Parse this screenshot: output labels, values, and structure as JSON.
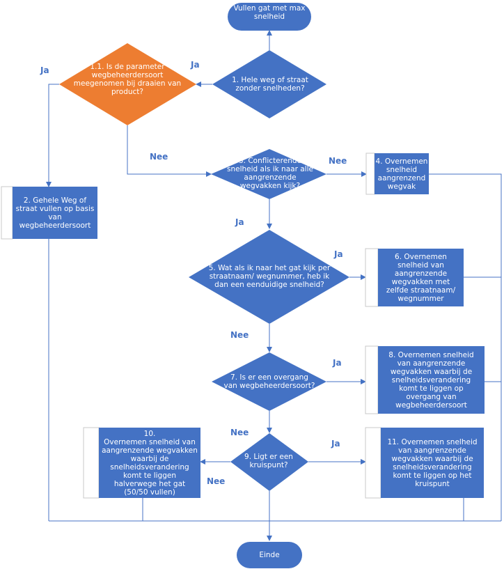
{
  "colors": {
    "primary": "#4472c4",
    "highlight": "#ed7d31",
    "line": "#4472c4",
    "label": "#4472c4"
  },
  "nodes": {
    "start": "Vullen gat met max\nsnelheid",
    "q1": "1. Hele weg of straat\nzonder snelheden?",
    "q1_1": "1.1. Is de parameter\nwegbeheerdersoort\nmeegenomen bij draaien van\nproduct?",
    "box2": "2. Gehele Weg of\nstraat vullen op basis\nvan\nwegbeheerdersoort",
    "q3": "3. Conflicterende\nsnelheid als ik naar alle\naangrenzende\nwegvakken kijk?",
    "box4": "4. Overnemen\nsnelheid\naangrenzend\nwegvak",
    "q5": "5. Wat als ik naar het gat kijk per\nstraatnaam/ wegnummer, heb ik\ndan een eenduidige snelheid?",
    "box6": "6. Overnemen\nsnelheid van\naangrenzende\nwegvakken met\nzelfde straatnaam/\nwegnummer",
    "q7": "7. Is er een overgang\nvan wegbeheerdersoort?",
    "box8": "8. Overnemen snelheid\nvan aangrenzende\nwegvakken waarbij de\nsnelheidsverandering\nkomt te liggen op\novergang van\nwegbeheerdersoort",
    "q9": "9. Ligt er een\nkruispunt?",
    "box10": "10.\nOvernemen snelheid van\naangrenzende wegvakken\nwaarbij de\nsnelheidsverandering\nkomt te liggen\nhalverwege het gat\n(50/50 vullen)",
    "box11": "11. Overnemen snelheid\nvan aangrenzende\nwegvakken waarbij de\nsnelheidsverandering\nkomt te liggen op het\nkruispunt",
    "end": "Einde"
  },
  "labels": {
    "ja_q1": "Ja",
    "ja_q1_1": "Ja",
    "nee_q1_1": "Nee",
    "nee_q3": "Nee",
    "ja_q3": "Ja",
    "ja_q5": "Ja",
    "nee_q5": "Nee",
    "ja_q7": "Ja",
    "nee_q7": "Nee",
    "ja_q9": "Ja",
    "nee_q9": "Nee"
  }
}
